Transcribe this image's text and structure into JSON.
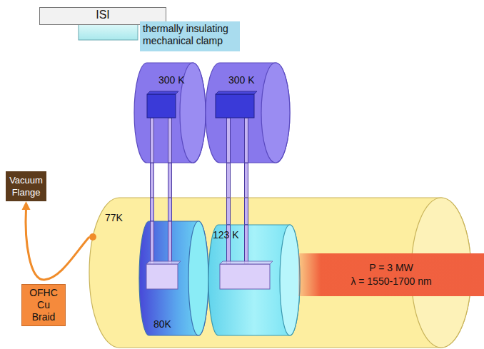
{
  "diagram": {
    "nodes": [
      {
        "text": [
          "ISI"
        ]
      },
      {
        "text": [
          "thermally insulating mechanical clamp"
        ]
      },
      {
        "text": [
          "300 K"
        ]
      },
      {
        "text": [
          "300 K"
        ]
      },
      {
        "text": [
          "Vacuum Flange"
        ]
      },
      {
        "text": [
          "77K"
        ]
      },
      {
        "text": [
          "80K"
        ],
        "in": 5
      },
      {
        "text": [
          "123 K"
        ],
        "in": 5
      },
      {
        "text": [
          "P = 3 MW",
          "λ = 1550-1700 nm"
        ],
        "in": 5
      }
    ],
    "edges": [
      {
        "from": 2,
        "to": 6,
        "arrow": "none"
      },
      {
        "from": 3,
        "to": 7,
        "arrow": "none"
      },
      {
        "from": 5,
        "to": 4,
        "arrow": "to",
        "label": "OFHC Cu Braid"
      }
    ]
  }
}
